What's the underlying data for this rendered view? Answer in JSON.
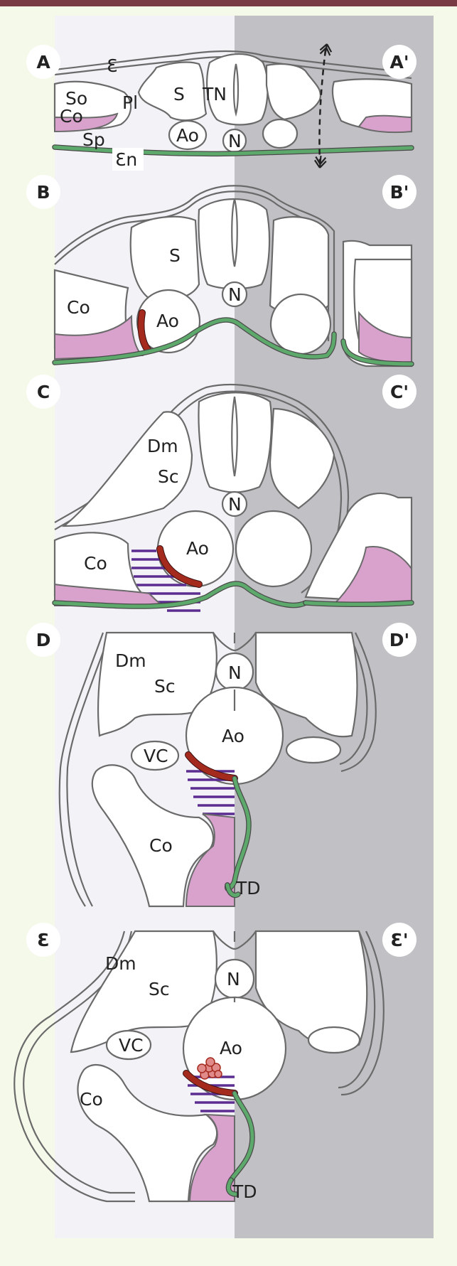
{
  "colors": {
    "background": "#f4f9ea",
    "left_panel": "#f3f3f7",
    "right_panel": "#c1c1c5",
    "top_bar": "#7a3a45",
    "coelom_pink": "#d9a2cd",
    "endoderm_green": "#5da86b",
    "aorta_wall_red": "#a52a1e",
    "stripes_purple": "#5c2d91"
  },
  "panels": [
    {
      "id": "A",
      "left_badge": "A",
      "right_badge": "A'",
      "labels": [
        "Ɛ",
        "So",
        "Co",
        "Pl",
        "S",
        "TN",
        "Sp",
        "Ao",
        "N",
        "Ɛn"
      ]
    },
    {
      "id": "B",
      "left_badge": "B",
      "right_badge": "B'",
      "labels": [
        "S",
        "N",
        "Co",
        "Ao"
      ]
    },
    {
      "id": "C",
      "left_badge": "C",
      "right_badge": "C'",
      "labels": [
        "Dm",
        "Sc",
        "N",
        "Ao",
        "Co"
      ]
    },
    {
      "id": "D",
      "left_badge": "D",
      "right_badge": "D'",
      "labels": [
        "Dm",
        "Sc",
        "N",
        "Ao",
        "VC",
        "Co",
        "TD"
      ]
    },
    {
      "id": "E",
      "left_badge": "Ɛ",
      "right_badge": "Ɛ'",
      "labels": [
        "Dm",
        "Sc",
        "N",
        "Ao",
        "VC",
        "Co",
        "TD"
      ]
    }
  ]
}
